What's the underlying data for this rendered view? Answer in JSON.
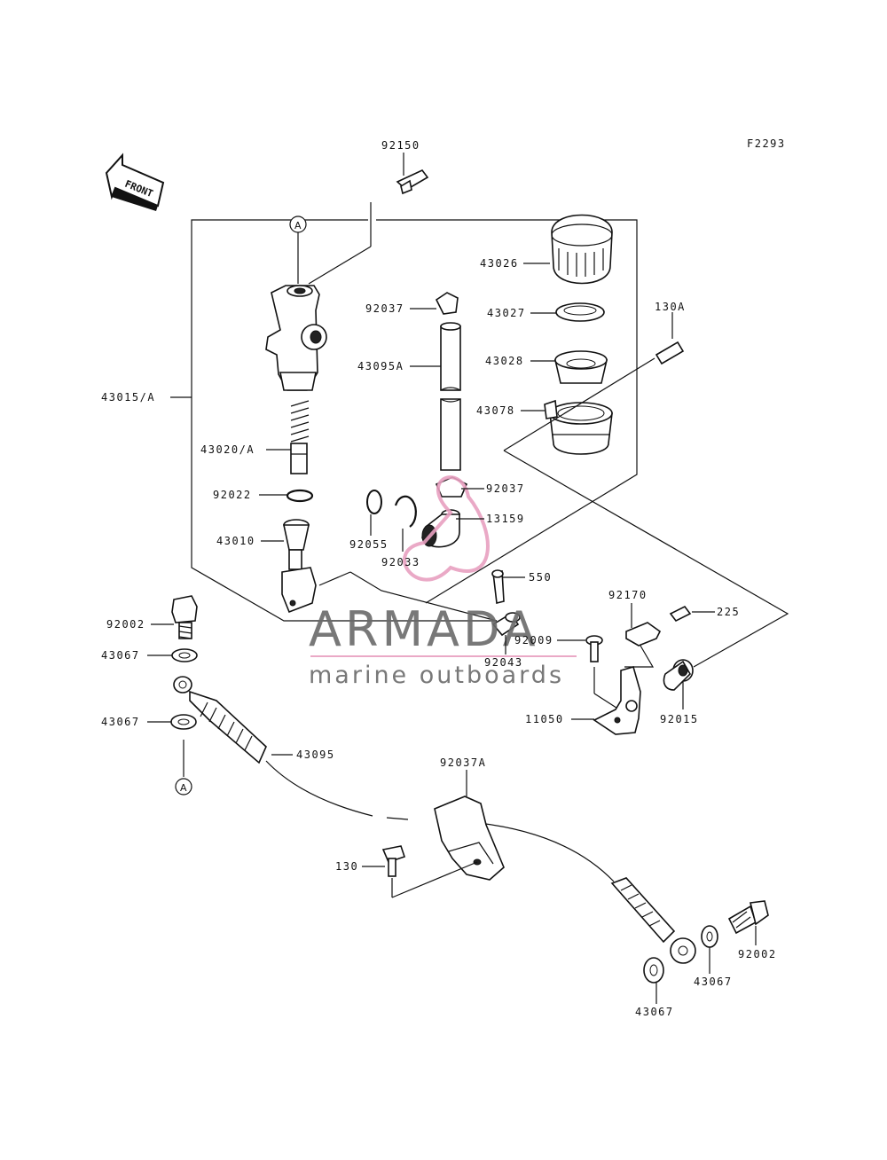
{
  "figure_code": "F2293",
  "front_arrow_label": "FRONT",
  "callouts": {
    "c92150": "92150",
    "c43026": "43026",
    "c92037_top": "92037",
    "c43027": "43027",
    "c130A": "130A",
    "c43095A": "43095A",
    "c43028": "43028",
    "c43015A": "43015/A",
    "c43078": "43078",
    "c43020A": "43020/A",
    "c92037_mid": "92037",
    "c92022": "92022",
    "c13159": "13159",
    "c43010": "43010",
    "c92055": "92055",
    "c92033": "92033",
    "c550": "550",
    "c92170": "92170",
    "c225": "225",
    "c92002_left": "92002",
    "c92009": "92009",
    "c92043": "92043",
    "c43067_a": "43067",
    "c92015": "92015",
    "c11050": "11050",
    "c43067_b": "43067",
    "c43095": "43095",
    "c92037A": "92037A",
    "c130": "130",
    "c92002_right": "92002",
    "c43067_c": "43067",
    "c43067_d": "43067"
  },
  "ref_marker_top": "A",
  "ref_marker_bottom": "A",
  "watermark": {
    "name": "ARMADA",
    "tagline": "marine outboards",
    "accent_color": "#e8a0c0",
    "text_color": "#6a6a6a"
  }
}
